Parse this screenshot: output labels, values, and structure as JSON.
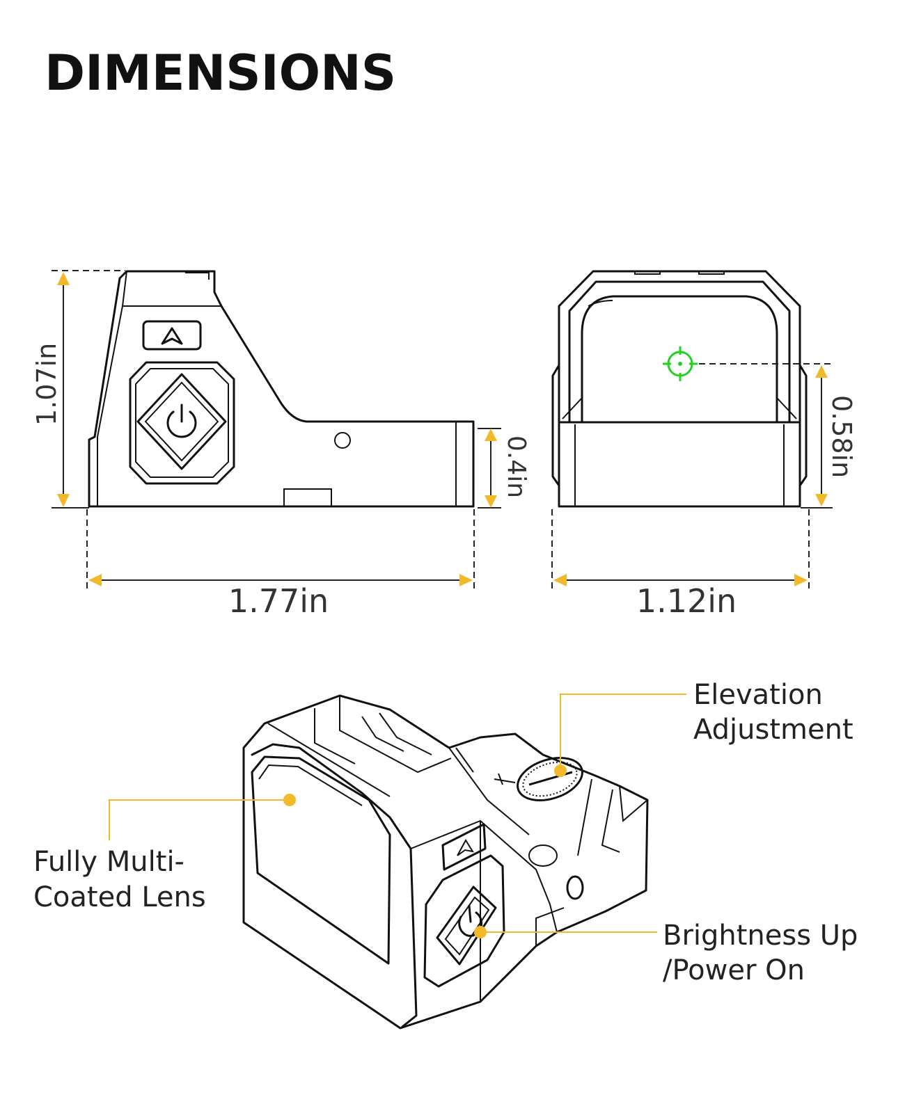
{
  "header": {
    "title": "DIMENSIONS"
  },
  "dimensions": {
    "height": "1.07in",
    "base_height": "0.4in",
    "length": "1.77in",
    "width": "1.12in",
    "window_height": "0.58in"
  },
  "callouts": {
    "elevation": {
      "line1": "Elevation",
      "line2": "Adjustment"
    },
    "lens": {
      "line1": "Fully Multi-",
      "line2": "Coated Lens"
    },
    "brightness": {
      "line1": "Brightness Up",
      "line2": "/Power On"
    }
  },
  "colors": {
    "accent": "#f2b92b",
    "reticle": "#1fd31f",
    "line": "#111111"
  }
}
